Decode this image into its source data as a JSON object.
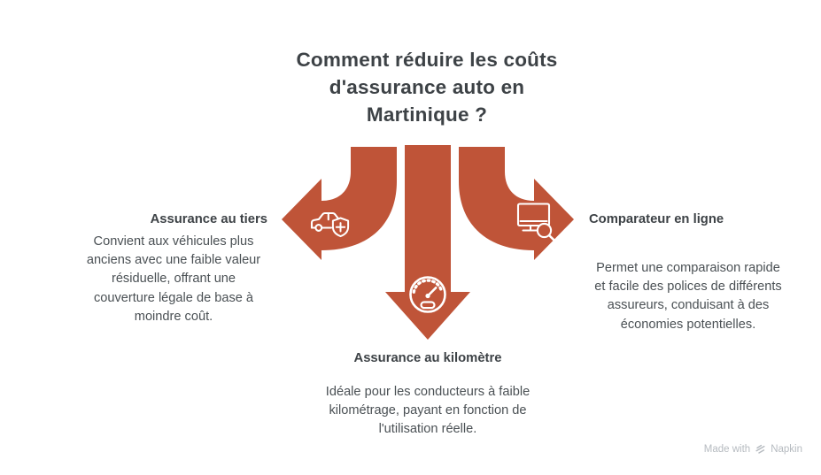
{
  "title": "Comment réduire les coûts\nd'assurance auto en\nMartinique ?",
  "branches": {
    "left": {
      "label": "Assurance au tiers",
      "description": "Convient aux véhicules plus\nanciens avec une faible valeur\nrésiduelle, offrant une\ncouverture légale de base à\nmoindre coût.",
      "icon": "car-shield-plus-icon"
    },
    "bottom": {
      "label": "Assurance au kilomètre",
      "description": "Idéale pour les conducteurs à faible\nkilométrage, payant en fonction de\nl'utilisation réelle.",
      "icon": "speedometer-icon"
    },
    "right": {
      "label": "Comparateur en ligne",
      "description": "Permet une comparaison rapide\net facile des polices de différents\nassureurs, conduisant à des\néconomies potentielles.",
      "icon": "monitor-magnifier-icon"
    }
  },
  "watermark": {
    "prefix": "Made with",
    "brand": "Napkin",
    "icon": "napkin-logo-icon"
  },
  "colors": {
    "arrow": "#BF5438",
    "title": "#3D4246",
    "heading": "#3D4246",
    "body": "#4A5054",
    "watermark": "#B6BBC0",
    "background": "#FFFFFF",
    "icon_stroke": "#FFFFFF"
  }
}
